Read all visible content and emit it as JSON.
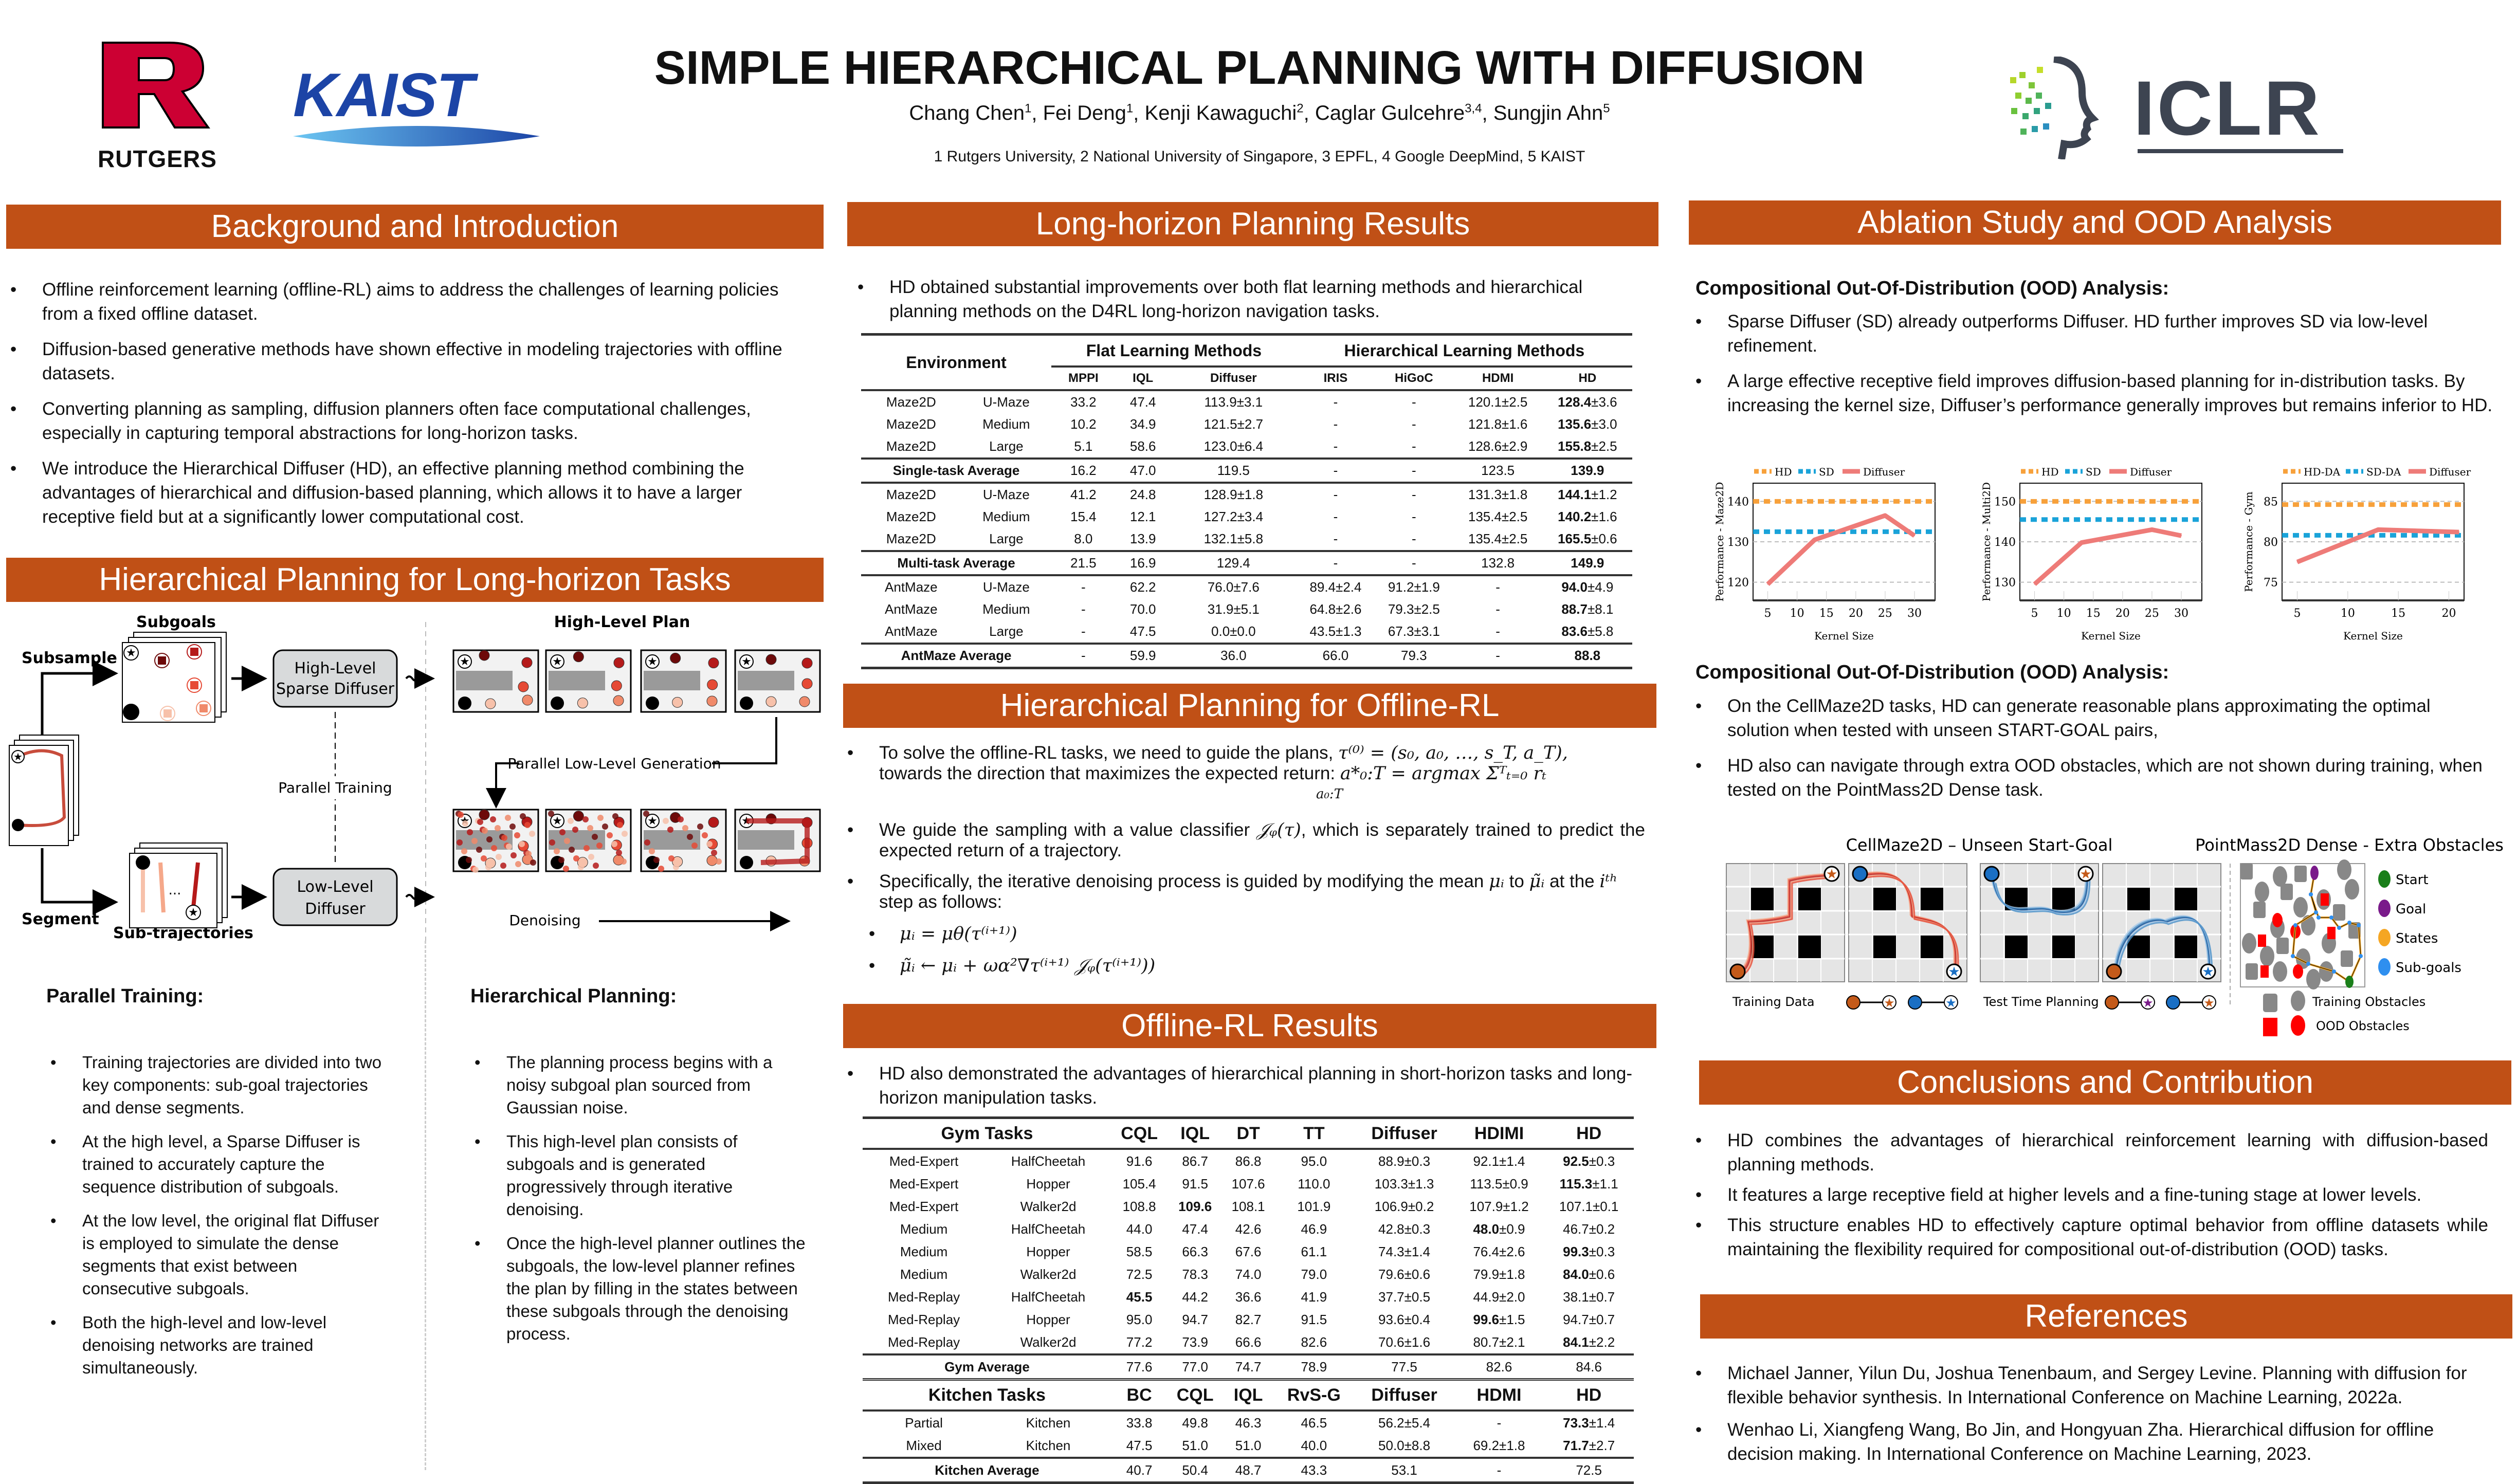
{
  "header": {
    "title": "SIMPLE HIERARCHICAL PLANNING WITH DIFFUSION",
    "authors": [
      {
        "name": "Chang Chen",
        "aff": "1"
      },
      {
        "name": "Fei Deng",
        "aff": "1"
      },
      {
        "name": "Kenji Kawaguchi",
        "aff": "2"
      },
      {
        "name": "Caglar Gulcehre",
        "aff": "3,4"
      },
      {
        "name": "Sungjin Ahn",
        "aff": "5"
      }
    ],
    "affiliations": "1 Rutgers University, 2 National University of Singapore, 3 EPFL, 4 Google DeepMind, 5 KAIST",
    "logos": {
      "left_1": "RUTGERS",
      "left_2": "KAIST",
      "right": "ICLR"
    }
  },
  "colors": {
    "section_header_bg": "#c05016",
    "rutgers_red": "#cc0033",
    "kaist_blue": "#1c44a6",
    "iclr_gray": "#3d4451",
    "hd_orange": "#f7a13b",
    "sd_blue": "#1aa3d9",
    "diffuser_pink": "#ee7b78"
  },
  "background": {
    "title": "Background and Introduction",
    "bullets": [
      "Offline reinforcement learning (offline-RL) aims to address the challenges of learning policies from a fixed offline dataset.",
      "Diffusion-based generative methods have shown effective in modeling trajectories with offline datasets.",
      "Converting planning as sampling, diffusion planners often face computational challenges, especially in capturing temporal abstractions for long-horizon tasks.",
      "We introduce the Hierarchical Diffuser (HD), an effective planning method combining the advantages of hierarchical and diffusion-based planning, which allows it to have a larger receptive field but at a significantly lower computational cost."
    ]
  },
  "hier_planning": {
    "title": "Hierarchical Planning for Long-horizon Tasks",
    "diagram": {
      "subgoals": "Subgoals",
      "subsample": "Subsample",
      "segment": "Segment",
      "sub_trajectories": "Sub-trajectories",
      "high_level_box": [
        "High-Level",
        "Sparse Diffuser"
      ],
      "low_level_box": [
        "Low-Level",
        "Diffuser"
      ],
      "parallel_training": "Parallel Training",
      "high_level_plan": "High-Level Plan",
      "parallel_low_level": "Parallel Low-Level Generation",
      "denoising": "Denoising",
      "ellipsis": "..."
    },
    "parallel_training": {
      "title": "Parallel Training:",
      "bullets": [
        "Training trajectories are divided into two key components: sub-goal trajectories and dense segments.",
        "At the high level, a Sparse Diffuser is trained to accurately capture the sequence distribution of subgoals.",
        "At the low level, the original flat Diffuser is employed to simulate the dense segments that exist between consecutive subgoals.",
        "Both the high-level and low-level denoising networks are trained simultaneously."
      ]
    },
    "hierarchical_planning": {
      "title": "Hierarchical Planning:",
      "bullets": [
        "The planning process begins with a noisy subgoal plan sourced from Gaussian noise.",
        "This high-level plan consists of subgoals and is generated progressively through iterative denoising.",
        "Once the high-level planner outlines the subgoals, the low-level planner refines the plan by filling in the states between these subgoals through the denoising process."
      ]
    }
  },
  "long_horizon": {
    "title": "Long-horizon Planning Results",
    "bullet": "HD obtained substantial improvements over both flat learning methods and hierarchical planning methods on the D4RL long-horizon navigation tasks.",
    "table": {
      "env_header": "Environment",
      "group_headers": [
        "Flat Learning Methods",
        "Hierarchical Learning Methods"
      ],
      "columns": [
        "MPPI",
        "IQL",
        "Diffuser",
        "IRIS",
        "HiGoC",
        "HDMI",
        "HD"
      ],
      "blocks": [
        {
          "rows": [
            {
              "env": "Maze2D",
              "task": "U-Maze",
              "vals": [
                "33.2",
                "47.4",
                "113.9±3.1",
                "-",
                "-",
                "120.1±2.5",
                "128.4±3.6"
              ],
              "bold": [
                6
              ]
            },
            {
              "env": "Maze2D",
              "task": "Medium",
              "vals": [
                "10.2",
                "34.9",
                "121.5±2.7",
                "-",
                "-",
                "121.8±1.6",
                "135.6±3.0"
              ],
              "bold": [
                6
              ]
            },
            {
              "env": "Maze2D",
              "task": "Large",
              "vals": [
                "5.1",
                "58.6",
                "123.0±6.4",
                "-",
                "-",
                "128.6±2.9",
                "155.8±2.5"
              ],
              "bold": [
                6
              ]
            }
          ],
          "avg": {
            "label": "Single-task Average",
            "vals": [
              "16.2",
              "47.0",
              "119.5",
              "-",
              "-",
              "123.5",
              "139.9"
            ],
            "bold": [
              6
            ]
          }
        },
        {
          "rows": [
            {
              "env": "Maze2D",
              "task": "U-Maze",
              "vals": [
                "41.2",
                "24.8",
                "128.9±1.8",
                "-",
                "-",
                "131.3±1.8",
                "144.1±1.2"
              ],
              "bold": [
                6
              ]
            },
            {
              "env": "Maze2D",
              "task": "Medium",
              "vals": [
                "15.4",
                "12.1",
                "127.2±3.4",
                "-",
                "-",
                "135.4±2.5",
                "140.2±1.6"
              ],
              "bold": [
                6
              ]
            },
            {
              "env": "Maze2D",
              "task": "Large",
              "vals": [
                "8.0",
                "13.9",
                "132.1±5.8",
                "-",
                "-",
                "135.4±2.5",
                "165.5±0.6"
              ],
              "bold": [
                6
              ]
            }
          ],
          "avg": {
            "label": "Multi-task Average",
            "vals": [
              "21.5",
              "16.9",
              "129.4",
              "-",
              "-",
              "132.8",
              "149.9"
            ],
            "bold": [
              6
            ]
          }
        },
        {
          "rows": [
            {
              "env": "AntMaze",
              "task": "U-Maze",
              "vals": [
                "-",
                "62.2",
                "76.0±7.6",
                "89.4±2.4",
                "91.2±1.9",
                "-",
                "94.0±4.9"
              ],
              "bold": [
                6
              ]
            },
            {
              "env": "AntMaze",
              "task": "Medium",
              "vals": [
                "-",
                "70.0",
                "31.9±5.1",
                "64.8±2.6",
                "79.3±2.5",
                "-",
                "88.7±8.1"
              ],
              "bold": [
                6
              ]
            },
            {
              "env": "AntMaze",
              "task": "Large",
              "vals": [
                "-",
                "47.5",
                "0.0±0.0",
                "43.5±1.3",
                "67.3±3.1",
                "-",
                "83.6±5.8"
              ],
              "bold": [
                6
              ]
            }
          ],
          "avg": {
            "label": "AntMaze Average",
            "vals": [
              "-",
              "59.9",
              "36.0",
              "66.0",
              "79.3",
              "-",
              "88.8"
            ],
            "bold": [
              6
            ]
          }
        }
      ]
    }
  },
  "offline_rl_planning": {
    "title": "Hierarchical Planning for Offline-RL",
    "bullet1_a": "To solve the offline-RL tasks, we need to guide the plans, ",
    "bullet1_math1": "τ⁽⁰⁾ = (s₀, a₀, …, s_T, a_T),",
    "bullet1_b": "towards the direction that maximizes the expected return: ",
    "bullet1_math2": "a*₀:T = argmax Σᵀₜ₌₀ rₜ",
    "bullet1_math2_sub": "a₀:T",
    "bullet2_a": "We guide the sampling with a value classifier ",
    "bullet2_math": "𝒥ᵩ(τ)",
    "bullet2_b": ", which is separately trained to predict the expected return of a trajectory.",
    "bullet3_a": "Specifically, the iterative denoising process is guided by modifying the mean ",
    "bullet3_m1": "μᵢ",
    "bullet3_b": " to ",
    "bullet3_m2": "μ̃ᵢ",
    "bullet3_c": " at the ",
    "bullet3_m3": "iᵗʰ",
    "bullet3_d": " step as follows:",
    "eq1": "μᵢ = μθ(τ⁽ⁱ⁺¹⁾)",
    "eq2": "μ̃ᵢ ← μᵢ + ωα²∇τ⁽ⁱ⁺¹⁾ 𝒥ᵩ(τ⁽ⁱ⁺¹⁾))"
  },
  "offline_rl_results": {
    "title": "Offline-RL Results",
    "bullet": "HD also demonstrated the advantages of hierarchical planning in short-horizon tasks and long-horizon manipulation tasks.",
    "gym_table": {
      "header": "Gym Tasks",
      "columns": [
        "CQL",
        "IQL",
        "DT",
        "TT",
        "Diffuser",
        "HDIMI",
        "HD"
      ],
      "rows": [
        {
          "dataset": "Med-Expert",
          "env": "HalfCheetah",
          "vals": [
            "91.6",
            "86.7",
            "86.8",
            "95.0",
            "88.9±0.3",
            "92.1±1.4",
            "92.5±0.3"
          ],
          "bold": [
            6
          ]
        },
        {
          "dataset": "Med-Expert",
          "env": "Hopper",
          "vals": [
            "105.4",
            "91.5",
            "107.6",
            "110.0",
            "103.3±1.3",
            "113.5±0.9",
            "115.3±1.1"
          ],
          "bold": [
            6
          ]
        },
        {
          "dataset": "Med-Expert",
          "env": "Walker2d",
          "vals": [
            "108.8",
            "109.6",
            "108.1",
            "101.9",
            "106.9±0.2",
            "107.9±1.2",
            "107.1±0.1"
          ],
          "bold": [
            1
          ]
        },
        {
          "dataset": "Medium",
          "env": "HalfCheetah",
          "vals": [
            "44.0",
            "47.4",
            "42.6",
            "46.9",
            "42.8±0.3",
            "48.0±0.9",
            "46.7±0.2"
          ],
          "bold": [
            5
          ]
        },
        {
          "dataset": "Medium",
          "env": "Hopper",
          "vals": [
            "58.5",
            "66.3",
            "67.6",
            "61.1",
            "74.3±1.4",
            "76.4±2.6",
            "99.3±0.3"
          ],
          "bold": [
            6
          ]
        },
        {
          "dataset": "Medium",
          "env": "Walker2d",
          "vals": [
            "72.5",
            "78.3",
            "74.0",
            "79.0",
            "79.6±0.6",
            "79.9±1.8",
            "84.0±0.6"
          ],
          "bold": [
            6
          ]
        },
        {
          "dataset": "Med-Replay",
          "env": "HalfCheetah",
          "vals": [
            "45.5",
            "44.2",
            "36.6",
            "41.9",
            "37.7±0.5",
            "44.9±2.0",
            "38.1±0.7"
          ],
          "bold": [
            0
          ]
        },
        {
          "dataset": "Med-Replay",
          "env": "Hopper",
          "vals": [
            "95.0",
            "94.7",
            "82.7",
            "91.5",
            "93.6±0.4",
            "99.6±1.5",
            "94.7±0.7"
          ],
          "bold": [
            5
          ]
        },
        {
          "dataset": "Med-Replay",
          "env": "Walker2d",
          "vals": [
            "77.2",
            "73.9",
            "66.6",
            "82.6",
            "70.6±1.6",
            "80.7±2.1",
            "84.1±2.2"
          ],
          "bold": [
            6
          ]
        }
      ],
      "avg": {
        "label": "Gym Average",
        "vals": [
          "77.6",
          "77.0",
          "74.7",
          "78.9",
          "77.5",
          "82.6",
          "84.6"
        ]
      }
    },
    "kitchen_table": {
      "header": "Kitchen Tasks",
      "columns": [
        "BC",
        "CQL",
        "IQL",
        "RvS-G",
        "Diffuser",
        "HDMI",
        "HD"
      ],
      "rows": [
        {
          "dataset": "Partial",
          "env": "Kitchen",
          "vals": [
            "33.8",
            "49.8",
            "46.3",
            "46.5",
            "56.2±5.4",
            "-",
            "73.3±1.4"
          ],
          "bold": [
            6
          ]
        },
        {
          "dataset": "Mixed",
          "env": "Kitchen",
          "vals": [
            "47.5",
            "51.0",
            "51.0",
            "40.0",
            "50.0±8.8",
            "69.2±1.8",
            "71.7±2.7"
          ],
          "bold": [
            6
          ]
        }
      ],
      "avg": {
        "label": "Kitchen Average",
        "vals": [
          "40.7",
          "50.4",
          "48.7",
          "43.3",
          "53.1",
          "-",
          "72.5"
        ]
      }
    }
  },
  "ablation": {
    "title": "Ablation Study and OOD Analysis",
    "sub1_title": "Compositional Out-Of-Distribution (OOD) Analysis:",
    "sub1_bullets": [
      "Sparse Diffuser (SD) already outperforms Diffuser. HD further improves SD via low-level refinement.",
      "A large effective receptive field improves diffusion-based planning for in-distribution tasks. By increasing the kernel size, Diffuser’s performance generally improves but remains inferior to HD."
    ],
    "sub2_title": "Compositional Out-Of-Distribution (OOD) Analysis:",
    "sub2_bullets": [
      "On the CellMaze2D tasks, HD can generate reasonable plans approximating the optimal solution when tested with unseen START-GOAL pairs,",
      "HD also can navigate through extra OOD obstacles, which are not shown during training, when tested on the PointMass2D Dense task."
    ],
    "figure": {
      "cellmaze_title": "CellMaze2D – Unseen Start-Goal",
      "pointmass_title": "PointMass2D Dense - Extra Obstacles",
      "training_data": "Training Data",
      "test_time_planning": "Test Time Planning",
      "legend": [
        "Start",
        "Goal",
        "States",
        "Sub-goals"
      ],
      "legend_colors": [
        "#1a7f1a",
        "#7a1a8a",
        "#f5a623",
        "#2f8fef"
      ],
      "obstacle_legend": [
        "Training Obstacles",
        "OOD Obstacles"
      ]
    }
  },
  "chart_data": [
    {
      "type": "line",
      "title": "",
      "xlabel": "Kernel Size",
      "ylabel": "Performance - Maze2D",
      "x": [
        5,
        13,
        25,
        30
      ],
      "xticks": [
        5,
        10,
        15,
        20,
        25,
        30
      ],
      "yticks": [
        120,
        130,
        140
      ],
      "xlim": [
        2.5,
        33.5
      ],
      "ylim": [
        115.5,
        144.5
      ],
      "grid": true,
      "legend": "top",
      "series": [
        {
          "name": "HD",
          "style": "dashed",
          "values": [
            140,
            140,
            140,
            140
          ],
          "constant": 140
        },
        {
          "name": "SD",
          "style": "dashed",
          "values": [
            132.5,
            132.5,
            132.5,
            132.5
          ],
          "constant": 132.5
        },
        {
          "name": "Diffuser",
          "style": "solid",
          "values": [
            119.5,
            130.5,
            136.5,
            131.5
          ]
        }
      ]
    },
    {
      "type": "line",
      "title": "",
      "xlabel": "Kernel Size",
      "ylabel": "Performance - Multi2D",
      "x": [
        5,
        13,
        25,
        30
      ],
      "xticks": [
        5,
        10,
        15,
        20,
        25,
        30
      ],
      "yticks": [
        130,
        140,
        150
      ],
      "xlim": [
        2.5,
        33.5
      ],
      "ylim": [
        125.5,
        154.5
      ],
      "grid": true,
      "legend": "top",
      "series": [
        {
          "name": "HD",
          "style": "dashed",
          "values": [
            150,
            150,
            150,
            150
          ],
          "constant": 150
        },
        {
          "name": "SD",
          "style": "dashed",
          "values": [
            145.5,
            145.5,
            145.5,
            145.5
          ],
          "constant": 145.5
        },
        {
          "name": "Diffuser",
          "style": "solid",
          "values": [
            129.5,
            139.8,
            143,
            141.5
          ]
        }
      ]
    },
    {
      "type": "line",
      "title": "",
      "xlabel": "Kernel Size",
      "ylabel": "Performance - Gym",
      "x": [
        5,
        13,
        21
      ],
      "xticks": [
        5,
        10,
        15,
        20
      ],
      "yticks": [
        75,
        80,
        85
      ],
      "xlim": [
        3.5,
        21.5
      ],
      "ylim": [
        72.75,
        87.25
      ],
      "grid": true,
      "legend": "top",
      "series": [
        {
          "name": "HD-DA",
          "style": "dashed",
          "values": [
            84.6,
            84.6,
            84.6
          ],
          "constant": 84.6
        },
        {
          "name": "SD-DA",
          "style": "dashed",
          "values": [
            80.8,
            80.8,
            80.8
          ],
          "constant": 80.8
        },
        {
          "name": "Diffuser",
          "style": "solid",
          "values": [
            77.5,
            81.5,
            81.2
          ]
        }
      ]
    }
  ],
  "conclusions": {
    "title": "Conclusions and Contribution",
    "bullets": [
      "HD combines the advantages of hierarchical reinforcement learning with diffusion-based planning methods.",
      "It features a large receptive field at higher levels and a fine-tuning stage at lower levels.",
      "This structure enables HD to effectively capture optimal behavior from offline datasets while maintaining the flexibility required for compositional out-of-distribution (OOD) tasks."
    ]
  },
  "references": {
    "title": "References",
    "items": [
      "Michael Janner, Yilun Du, Joshua Tenenbaum, and Sergey Levine. Planning with diffusion for flexible behavior synthesis. In International Conference on Machine Learning, 2022a.",
      "Wenhao Li, Xiangfeng Wang, Bo Jin, and Hongyuan Zha. Hierarchical diffusion for offline decision making. In International Conference on Machine Learning, 2023."
    ]
  }
}
